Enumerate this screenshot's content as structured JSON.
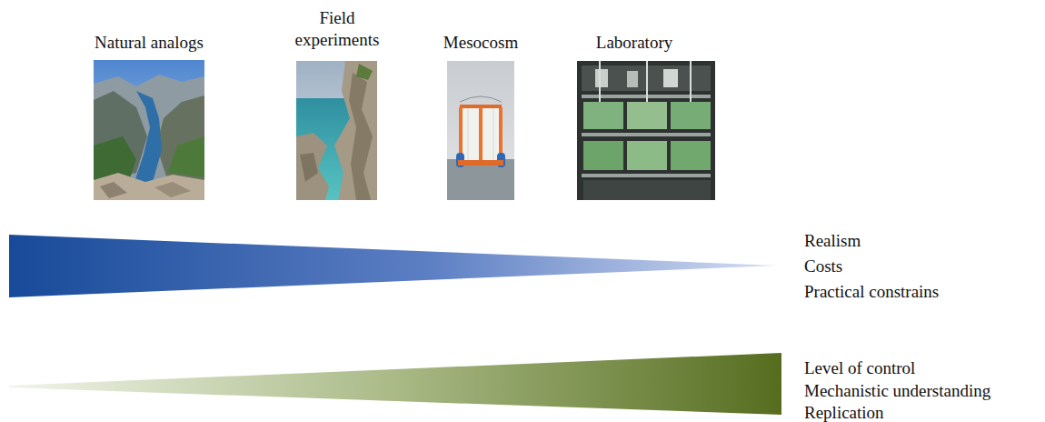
{
  "diagram": {
    "labels": [
      "Natural analogs",
      "Field experiments",
      "Mesocosm",
      "Laboratory",
      "Realism",
      "Costs",
      "Practical constrains",
      "Level of control",
      "Mechanistic understanding",
      "Replication"
    ]
  }
}
